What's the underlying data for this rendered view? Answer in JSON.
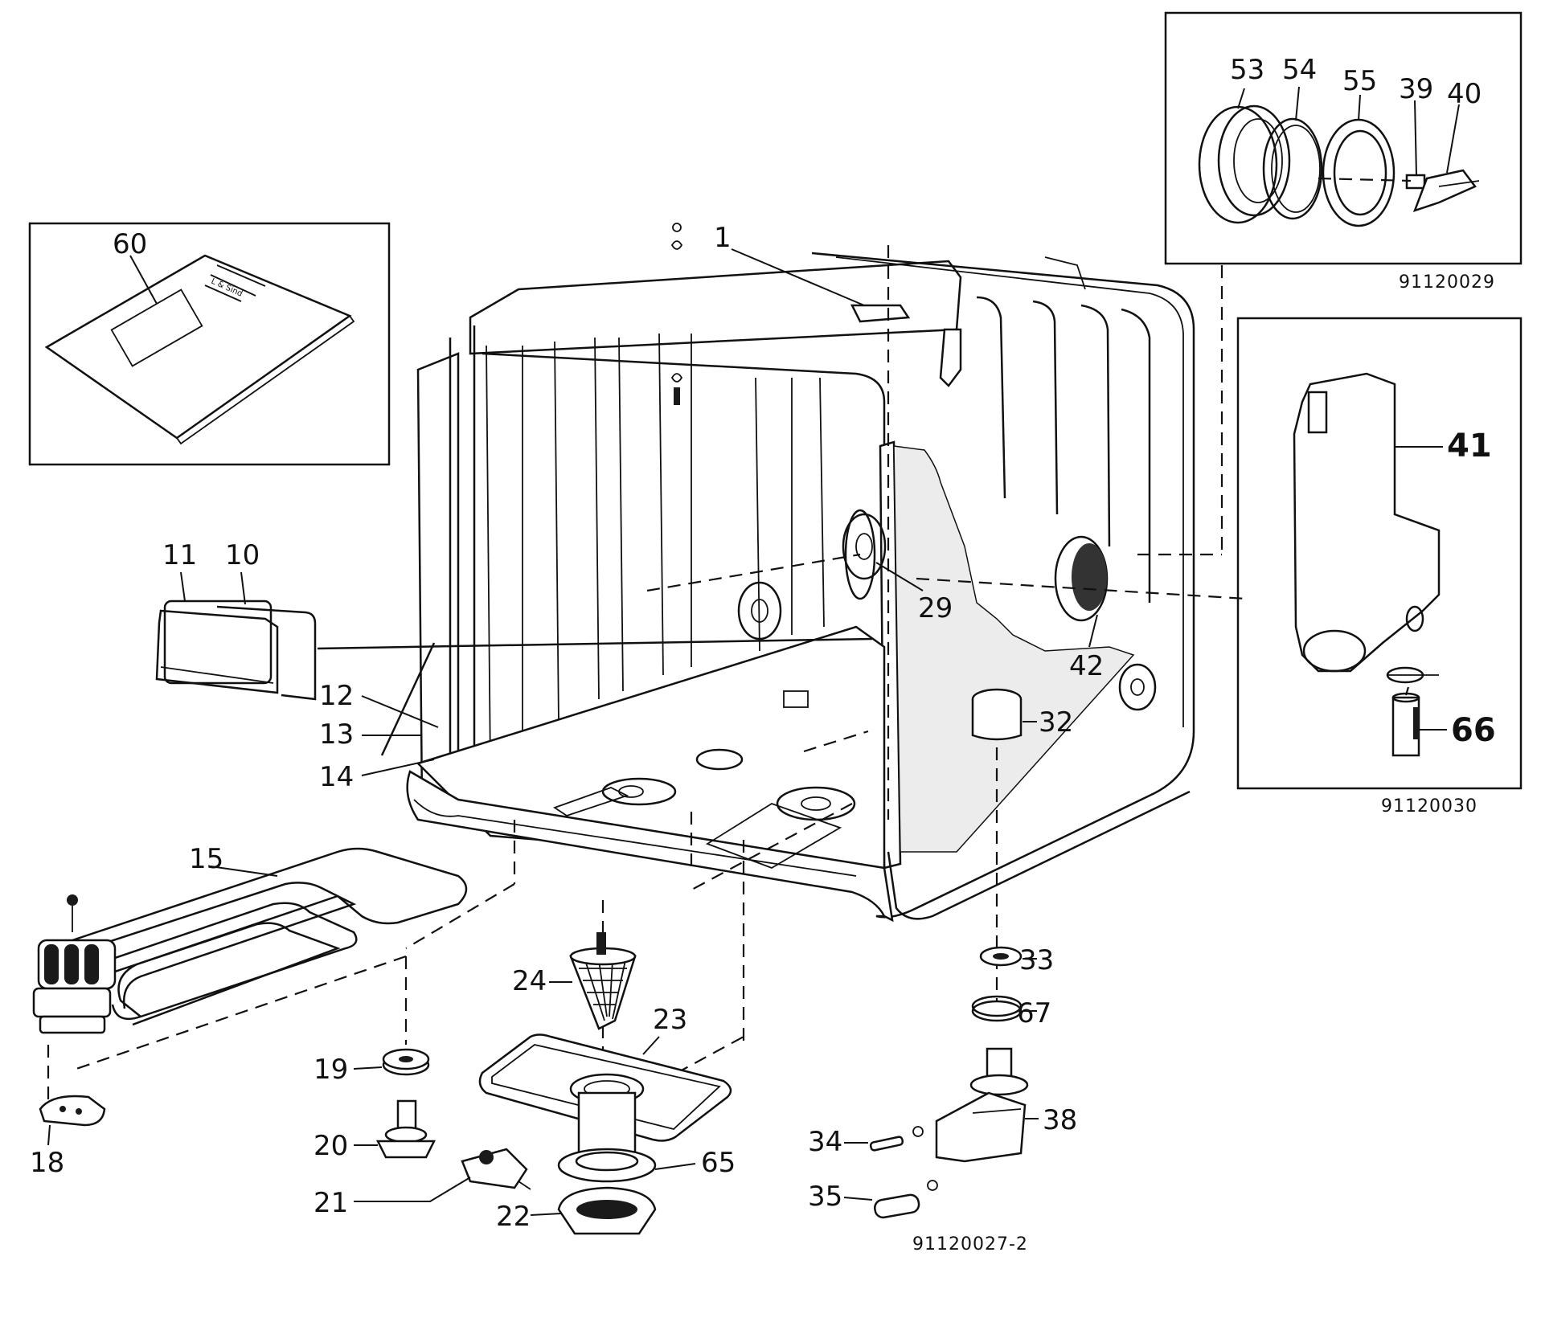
{
  "diagram": {
    "type": "exploded-parts-diagram",
    "drawing_codes": {
      "main": "91120027-2",
      "inset_seal": "91120029",
      "inset_sump": "91120030"
    },
    "part_labels": {
      "p1": "1",
      "p10": "10",
      "p11": "11",
      "p12": "12",
      "p13": "13",
      "p14": "14",
      "p15": "15",
      "p18": "18",
      "p19": "19",
      "p20": "20",
      "p21": "21",
      "p22": "22",
      "p23": "23",
      "p24": "24",
      "p29": "29",
      "p32": "32",
      "p33": "33",
      "p34": "34",
      "p35": "35",
      "p38": "38",
      "p39": "39",
      "p40": "40",
      "p41": "41",
      "p42": "42",
      "p53": "53",
      "p54": "54",
      "p55": "55",
      "p60": "60",
      "p65": "65",
      "p66": "66",
      "p67": "67"
    },
    "manual_tiny_text": "L & Sind"
  }
}
